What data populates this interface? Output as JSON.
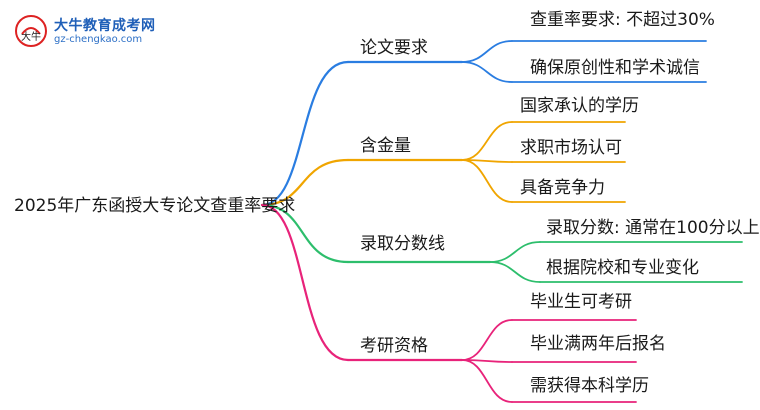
{
  "logo": {
    "name": "大牛教育成考网",
    "url": "gz-chengkao.com",
    "badge_text": "大牛"
  },
  "root": "2025年广东函授大专论文查重率要求",
  "colors": {
    "blue": "#2a7de1",
    "orange": "#f0a500",
    "green": "#2dbe6c",
    "pink": "#e8237a"
  },
  "branches": [
    {
      "label": "论文要求",
      "color": "#2a7de1",
      "leaves": [
        "查重率要求: 不超过30%",
        "确保原创性和学术诚信"
      ]
    },
    {
      "label": "含金量",
      "color": "#f0a500",
      "leaves": [
        "国家承认的学历",
        "求职市场认可",
        "具备竞争力"
      ]
    },
    {
      "label": "录取分数线",
      "color": "#2dbe6c",
      "leaves": [
        "录取分数: 通常在100分以上",
        "根据院校和专业变化"
      ]
    },
    {
      "label": "考研资格",
      "color": "#e8237a",
      "leaves": [
        "毕业生可考研",
        "毕业满两年后报名",
        "需获得本科学历"
      ]
    }
  ]
}
